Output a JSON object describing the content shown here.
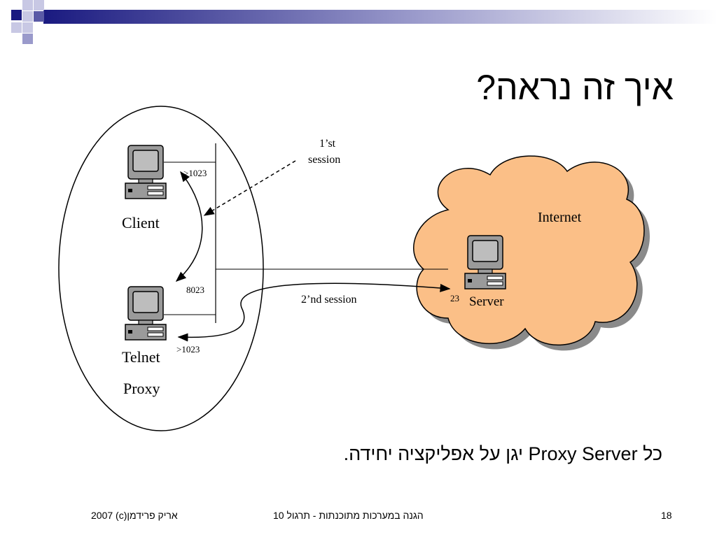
{
  "slide": {
    "title": "איך זה נראה?",
    "body_text": "כל Proxy Server יגן על אפליקציה יחידה.",
    "colors": {
      "accent": "#1a1a80",
      "cloud": "#fbbf87",
      "cloud_shadow": "#8a8a8a"
    }
  },
  "diagram": {
    "client_label": "Client",
    "proxy_label_1": "Telnet",
    "proxy_label_2": "Proxy",
    "internet_label": "Internet",
    "server_label": "Server",
    "first_session_line1": "1’st",
    "first_session_line2": "session",
    "second_session": "2’nd session",
    "port_client": ">1023",
    "port_proxy_in": "8023",
    "port_proxy_out": ">1023",
    "port_server": "23"
  },
  "footer": {
    "author": "אריק פרידמן(c) 2007",
    "course": "הגנה במערכות מתוכנתות - תרגול 10",
    "page_number": "18"
  }
}
